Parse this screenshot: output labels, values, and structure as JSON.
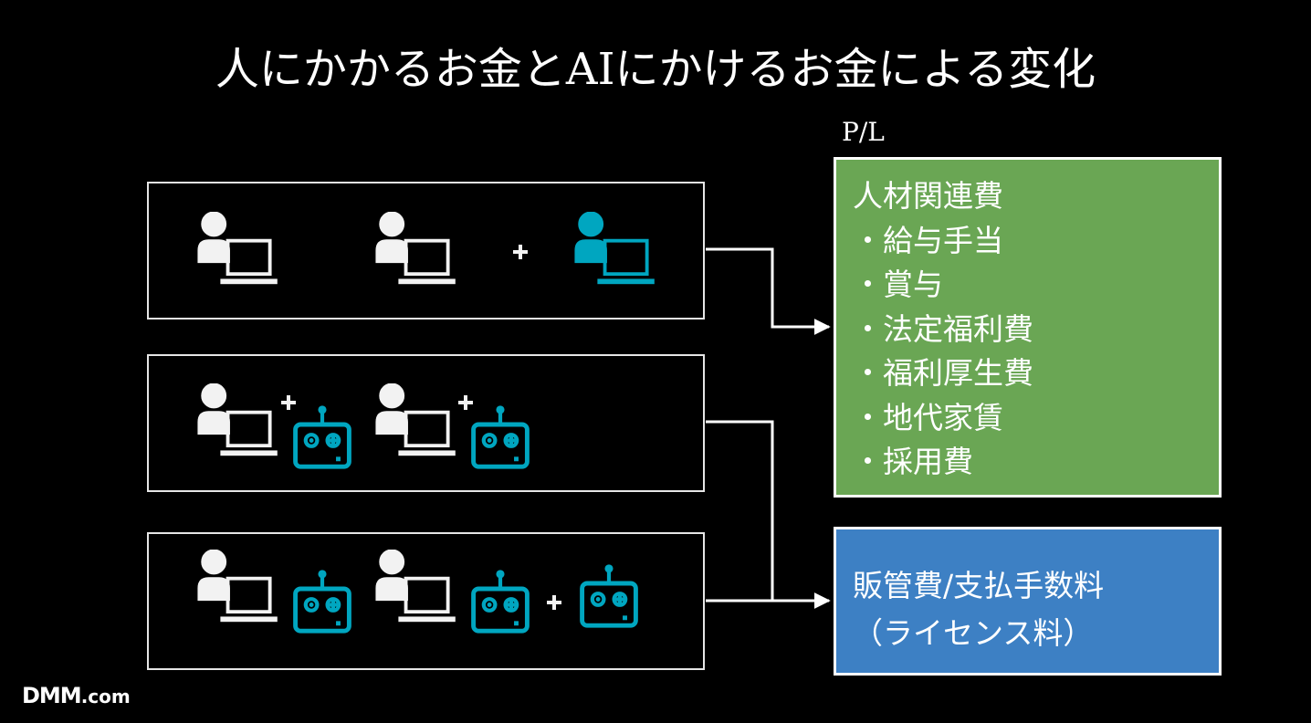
{
  "title": "人にかかるお金とAIにかけるお金による変化",
  "pl_label": "P/L",
  "green_box": {
    "heading": "人材関連費",
    "items": [
      "・給与手当",
      "・賞与",
      "・法定福利費",
      "・福利厚生費",
      "・地代家賃",
      "・採用費"
    ]
  },
  "blue_box": {
    "line1": "販管費/支払手数料",
    "line2": "（ライセンス料）"
  },
  "logo": {
    "main": "DMM",
    "suffix": ".com"
  },
  "icons": {
    "person_laptop": "person-with-laptop-icon",
    "robot": "robot-icon",
    "plus": "plus-icon"
  },
  "colors": {
    "background": "#000000",
    "white": "#f2f2f2",
    "accent_teal": "#00a6c0",
    "green": "#6aa654",
    "blue": "#3d80c4"
  }
}
